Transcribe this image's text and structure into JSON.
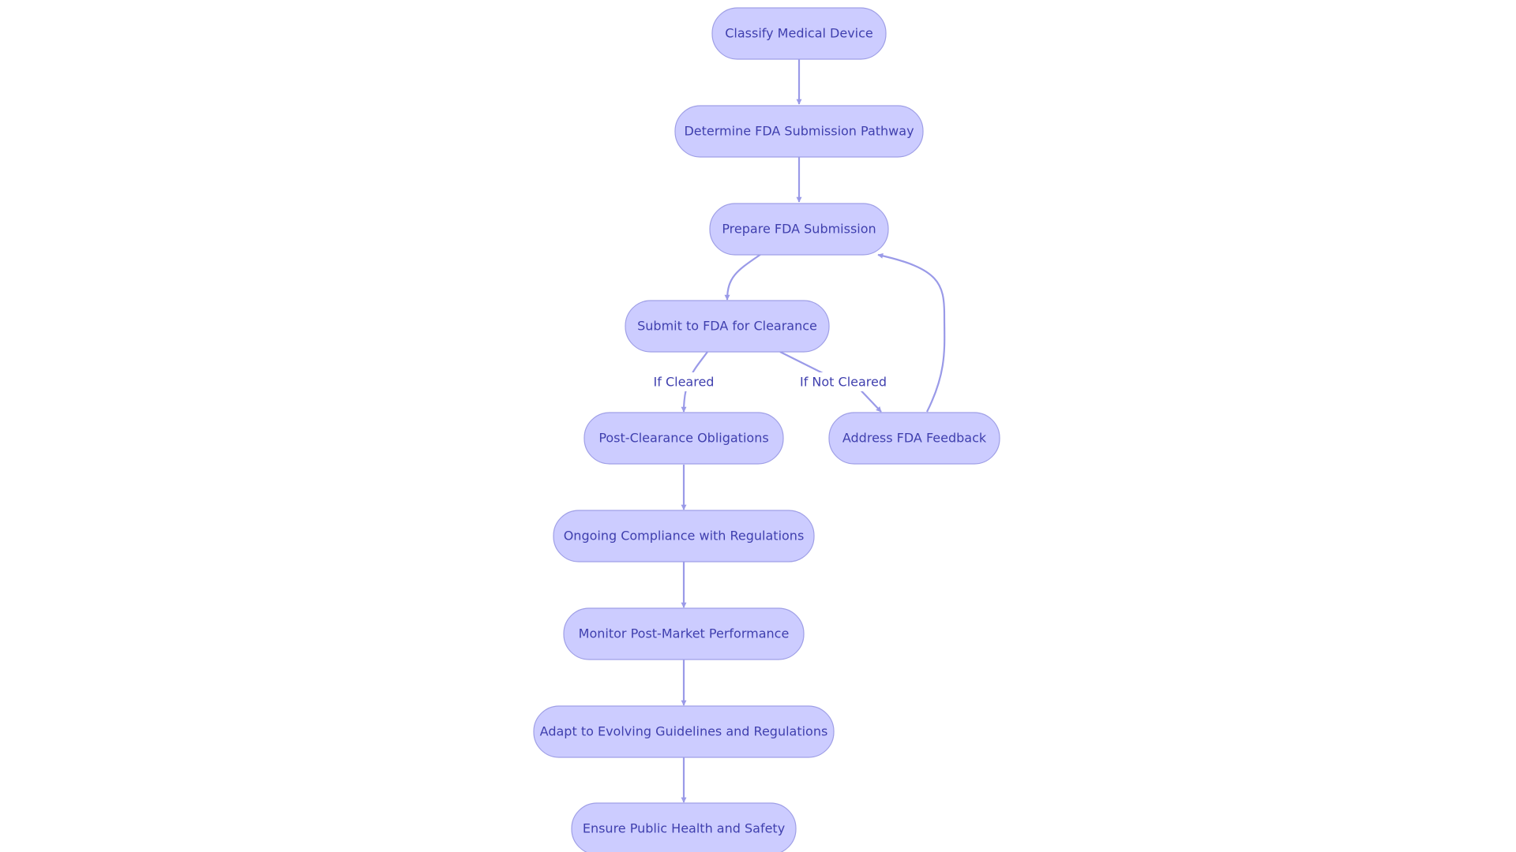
{
  "nodes": [
    {
      "id": "classify",
      "label": "Classify Medical Device"
    },
    {
      "id": "determine",
      "label": "Determine FDA Submission Pathway"
    },
    {
      "id": "prepare",
      "label": "Prepare FDA Submission"
    },
    {
      "id": "submit",
      "label": "Submit to FDA for Clearance"
    },
    {
      "id": "post",
      "label": "Post-Clearance Obligations"
    },
    {
      "id": "address",
      "label": "Address FDA Feedback"
    },
    {
      "id": "ongoing",
      "label": "Ongoing Compliance with Regulations"
    },
    {
      "id": "monitor",
      "label": "Monitor Post-Market Performance"
    },
    {
      "id": "adapt",
      "label": "Adapt to Evolving Guidelines and Regulations"
    },
    {
      "id": "ensure",
      "label": "Ensure Public Health and Safety"
    }
  ],
  "edges": [
    {
      "id": "classify-determine",
      "from": "classify",
      "to": "determine",
      "label": ""
    },
    {
      "id": "determine-prepare",
      "from": "determine",
      "to": "prepare",
      "label": ""
    },
    {
      "id": "prepare-submit",
      "from": "prepare",
      "to": "submit",
      "label": ""
    },
    {
      "id": "submit-post",
      "from": "submit",
      "to": "post",
      "label": "If Cleared"
    },
    {
      "id": "submit-address",
      "from": "submit",
      "to": "address",
      "label": "If Not Cleared"
    },
    {
      "id": "address-prepare",
      "from": "address",
      "to": "prepare",
      "label": ""
    },
    {
      "id": "post-ongoing",
      "from": "post",
      "to": "ongoing",
      "label": ""
    },
    {
      "id": "ongoing-monitor",
      "from": "ongoing",
      "to": "monitor",
      "label": ""
    },
    {
      "id": "monitor-adapt",
      "from": "monitor",
      "to": "adapt",
      "label": ""
    },
    {
      "id": "adapt-ensure",
      "from": "adapt",
      "to": "ensure",
      "label": ""
    }
  ],
  "colors": {
    "node_fill": "#ccccff",
    "node_stroke": "#9f9fe6",
    "edge": "#9a9ae8",
    "text": "#3f3fae"
  }
}
